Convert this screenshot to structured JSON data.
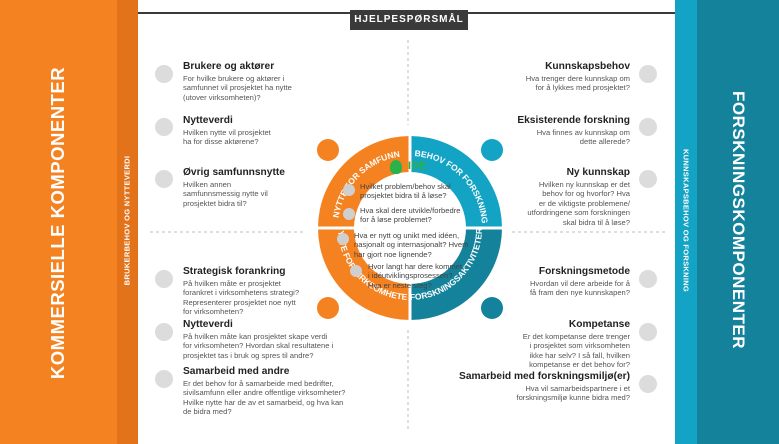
{
  "colors": {
    "orange": "#f58220",
    "orange_dark": "#e3731a",
    "teal": "#14829b",
    "teal_light": "#13a3c4",
    "dark": "#3a3a3a",
    "icon_gray": "#d6d6d6"
  },
  "left_band": {
    "title": "KOMMERSIELLE KOMPONENTER",
    "subtitle": "BRUKERBEHOV OG NYTTEVERDI"
  },
  "right_band": {
    "title": "FORSKNINGSKOMPONENTER",
    "subtitle": "KUNNSKAPSBEHOV OG FORSKNING"
  },
  "header": {
    "title": "HJELPESPØRSMÅL"
  },
  "quadrants": {
    "top_left": [
      {
        "icon": "people-icon",
        "title": "Brukere og aktører",
        "text": [
          "For hvilke brukere og aktører i",
          "samfunnet vil prosjektet ha nytte",
          "(utover virksomheten)?"
        ]
      },
      {
        "icon": "diamond-icon",
        "title": "Nytteverdi",
        "text": [
          "Hvilken nytte vil prosjektet",
          "ha for disse aktørene?"
        ]
      },
      {
        "icon": "globe-icon",
        "title": "Øvrig samfunnsnytte",
        "text": [
          "Hvilken annen",
          "samfunnsmessig nytte vil",
          "prosjektet bidra til?"
        ]
      }
    ],
    "top_right": [
      {
        "icon": "book-icon",
        "title": "Kunnskapsbehov",
        "text": [
          "Hva trenger dere kunnskap om",
          "for å lykkes med prosjektet?"
        ]
      },
      {
        "icon": "document-icon",
        "title": "Eksisterende forskning",
        "text": [
          "Hva finnes av kunnskap om",
          "dette allerede?"
        ]
      },
      {
        "icon": "lightbulb-icon",
        "title": "Ny kunnskap",
        "text": [
          "Hvilken ny kunnskap er det",
          "behov for og hvorfor? Hva",
          "er de viktigste problemene/",
          "utfordringene som forskningen",
          "skal bidra til å løse?"
        ]
      }
    ],
    "bottom_left": [
      {
        "icon": "chess-icon",
        "title": "Strategisk forankring",
        "text": [
          "På hvilken måte er prosjektet",
          "forankret i virksomhetens strategi?",
          "Representerer prosjektet noe nytt",
          "for virksomheten?"
        ]
      },
      {
        "icon": "diamond-icon",
        "title": "Nytteverdi",
        "text": [
          "På hvilken måte kan prosjektet skape verdi",
          "for virksomheten? Hvordan skal resultatene i",
          "prosjektet tas i bruk og spres til andre?"
        ]
      },
      {
        "icon": "handshake-icon",
        "title": "Samarbeid med andre",
        "text": [
          "Er det behov for å samarbeide med bedrifter,",
          "sivilsamfunn eller andre offentlige virksomheter?",
          "Hvilke nytte har de av et samarbeid, og hva kan",
          "de bidra med?"
        ]
      }
    ],
    "bottom_right": [
      {
        "icon": "microscope-icon",
        "title": "Forskningsmetode",
        "text": [
          "Hvordan vil dere arbeide for å",
          "få fram den nye kunnskapen?"
        ]
      },
      {
        "icon": "person-icon",
        "title": "Kompetanse",
        "text": [
          "Er det kompetanse dere trenger",
          "i prosjektet som virksomheten",
          "ikke har selv? I så fall, hvilken",
          "kompetanse er det behov for?"
        ]
      },
      {
        "icon": "link-icon",
        "title": "Samarbeid med forskningsmiljø(er)",
        "text": [
          "Hva vil samarbeidspartnere i et",
          "forskningsmiljø kunne bidra med?"
        ]
      }
    ]
  },
  "ring": {
    "labels": [
      "NYTTE FOR SAMFUNN",
      "BEHOV FOR FORSKNING",
      "FORSKNINGSAKTIVITETER",
      "NYTTE FOR VIRKSOMHETEN"
    ]
  },
  "center": {
    "title": "IDÉ",
    "questions": [
      [
        "Hvilket problem/behov skal",
        "prosjektet bidra til å løse?"
      ],
      [
        "Hva skal dere utvikle/forbedre",
        "for å løse problemet?"
      ],
      [
        "Hva er nytt og unikt med idéen,",
        "nasjonalt og internasjonalt? Hvem",
        "har gjort noe lignende?"
      ],
      [
        "Hvor langt har dere kommet",
        "i idéutviklingsprosessen?",
        "Hva er neste steg?"
      ]
    ]
  }
}
